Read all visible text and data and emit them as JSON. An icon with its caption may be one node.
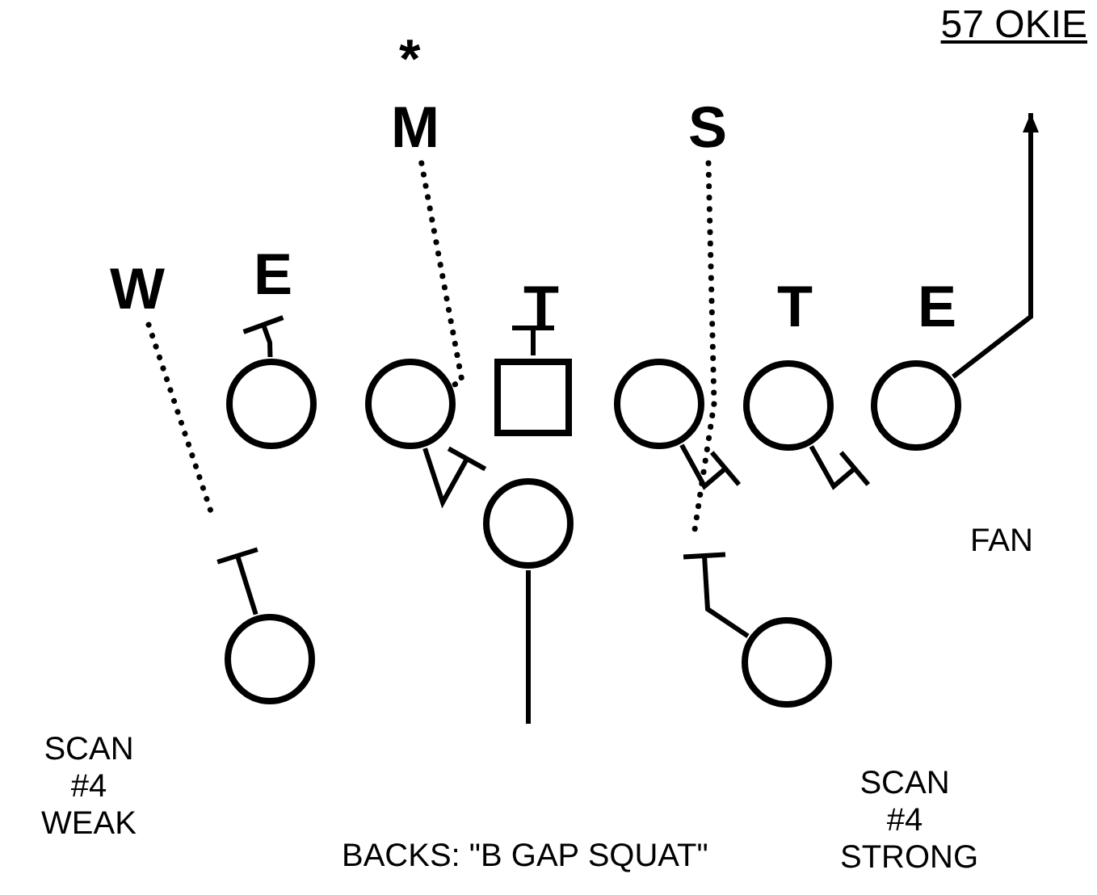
{
  "diagram": {
    "title": "57 OKIE",
    "nodes": [
      {
        "text": [
          "M"
        ],
        "beside": [
          "*"
        ]
      },
      {
        "text": [
          "S"
        ]
      },
      {
        "text": [
          "W"
        ]
      },
      {
        "text": [],
        "shape": "circle"
      },
      {
        "text": [],
        "shape": "circle"
      },
      {
        "text": [],
        "shape": "box"
      },
      {
        "text": [],
        "shape": "circle"
      },
      {
        "text": [],
        "shape": "circle"
      },
      {
        "text": [],
        "shape": "circle"
      },
      {
        "text": [],
        "shape": "circle"
      },
      {
        "text": [],
        "shape": "circle"
      },
      {
        "text": [],
        "shape": "circle"
      }
    ],
    "edges": [
      {
        "from": 2,
        "to": null,
        "arrow": "none",
        "style": "dashed"
      },
      {
        "from": 0,
        "to": 4,
        "arrow": "none",
        "style": "dashed"
      },
      {
        "from": 1,
        "to": null,
        "arrow": "none",
        "style": "dashed"
      },
      {
        "from": 3,
        "to": null,
        "arrow": "other"
      },
      {
        "from": 4,
        "to": null,
        "arrow": "other"
      },
      {
        "from": 5,
        "to": null,
        "arrow": "other"
      },
      {
        "from": 6,
        "to": null,
        "arrow": "other"
      },
      {
        "from": 7,
        "to": null,
        "arrow": "other"
      },
      {
        "from": 8,
        "to": null,
        "arrow": "to"
      },
      {
        "from": 9,
        "to": null,
        "arrow": "none"
      },
      {
        "from": 10,
        "to": null,
        "arrow": "other"
      },
      {
        "from": 11,
        "to": null,
        "arrow": "other"
      }
    ],
    "labels": [
      "E",
      "T",
      "T",
      "E",
      "FAN",
      "SCAN #4 WEAK",
      "BACKS: \"B GAP SQUAT\"",
      "SCAN #4 STRONG"
    ]
  }
}
